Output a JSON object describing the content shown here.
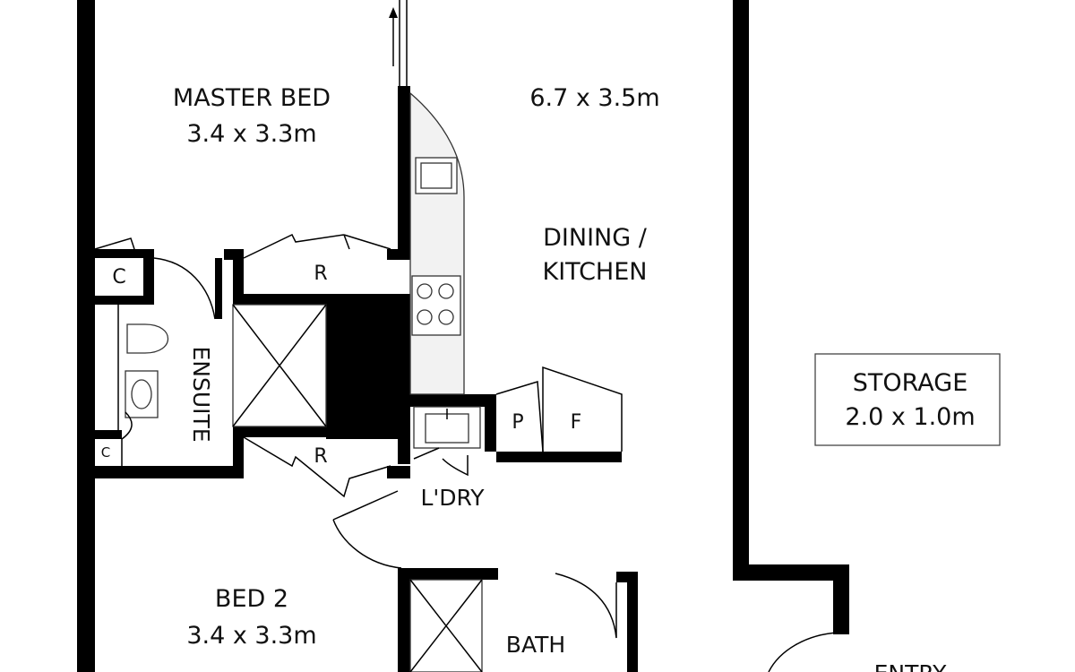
{
  "rooms": {
    "master_bed": {
      "name": "MASTER BED",
      "size": "3.4 x 3.3m"
    },
    "living_size": "6.7 x 3.5m",
    "dining_line1": "DINING /",
    "dining_line2": "KITCHEN",
    "storage": {
      "name": "STORAGE",
      "size": "2.0 x 1.0m"
    },
    "bed2": {
      "name": "BED 2",
      "size": "3.4 x 3.3m"
    },
    "bath": "BATH",
    "laundry": "L'DRY",
    "ensuite": "ENSUITE",
    "entry": "ENTRY",
    "robe_label": "R",
    "cupboard_label": "C",
    "pantry_label": "P",
    "fridge_label": "F"
  },
  "colors": {
    "wall": "#000000",
    "bench": "#f2f2f2"
  }
}
